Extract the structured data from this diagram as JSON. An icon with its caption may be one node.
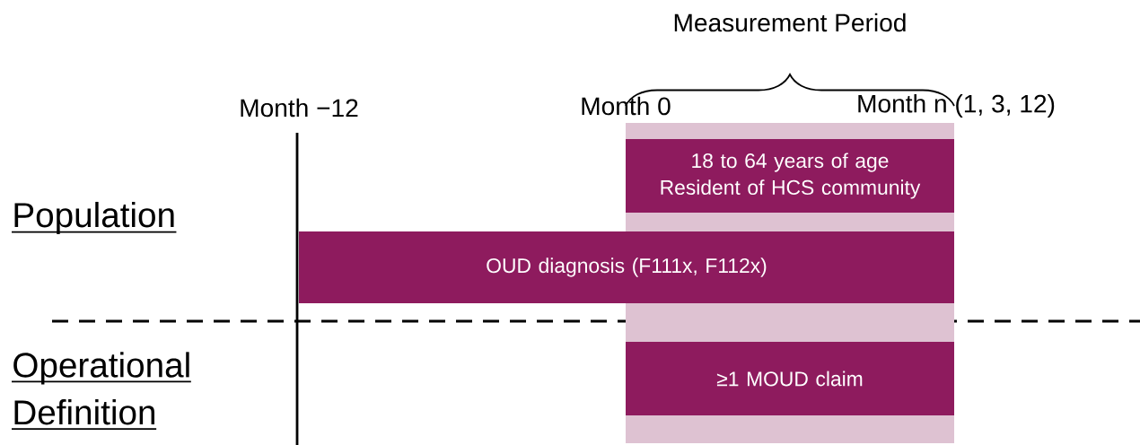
{
  "diagram": {
    "nodes": [
      {
        "text": [],
        "shape": "bar"
      },
      {
        "text": [
          "18 to 64 years of age Resident of HCS community"
        ],
        "in": 0
      },
      {
        "text": [
          "OUD diagnosis (F111x, F112x)"
        ]
      },
      {
        "text": [
          "≥1 MOUD claim"
        ],
        "in": 0
      }
    ],
    "edges": [],
    "labels": [
      "Measurement Period",
      "Month −12",
      "Month 0",
      "Month n (1, 3, 12)",
      "Population",
      "Operational Definition"
    ]
  }
}
